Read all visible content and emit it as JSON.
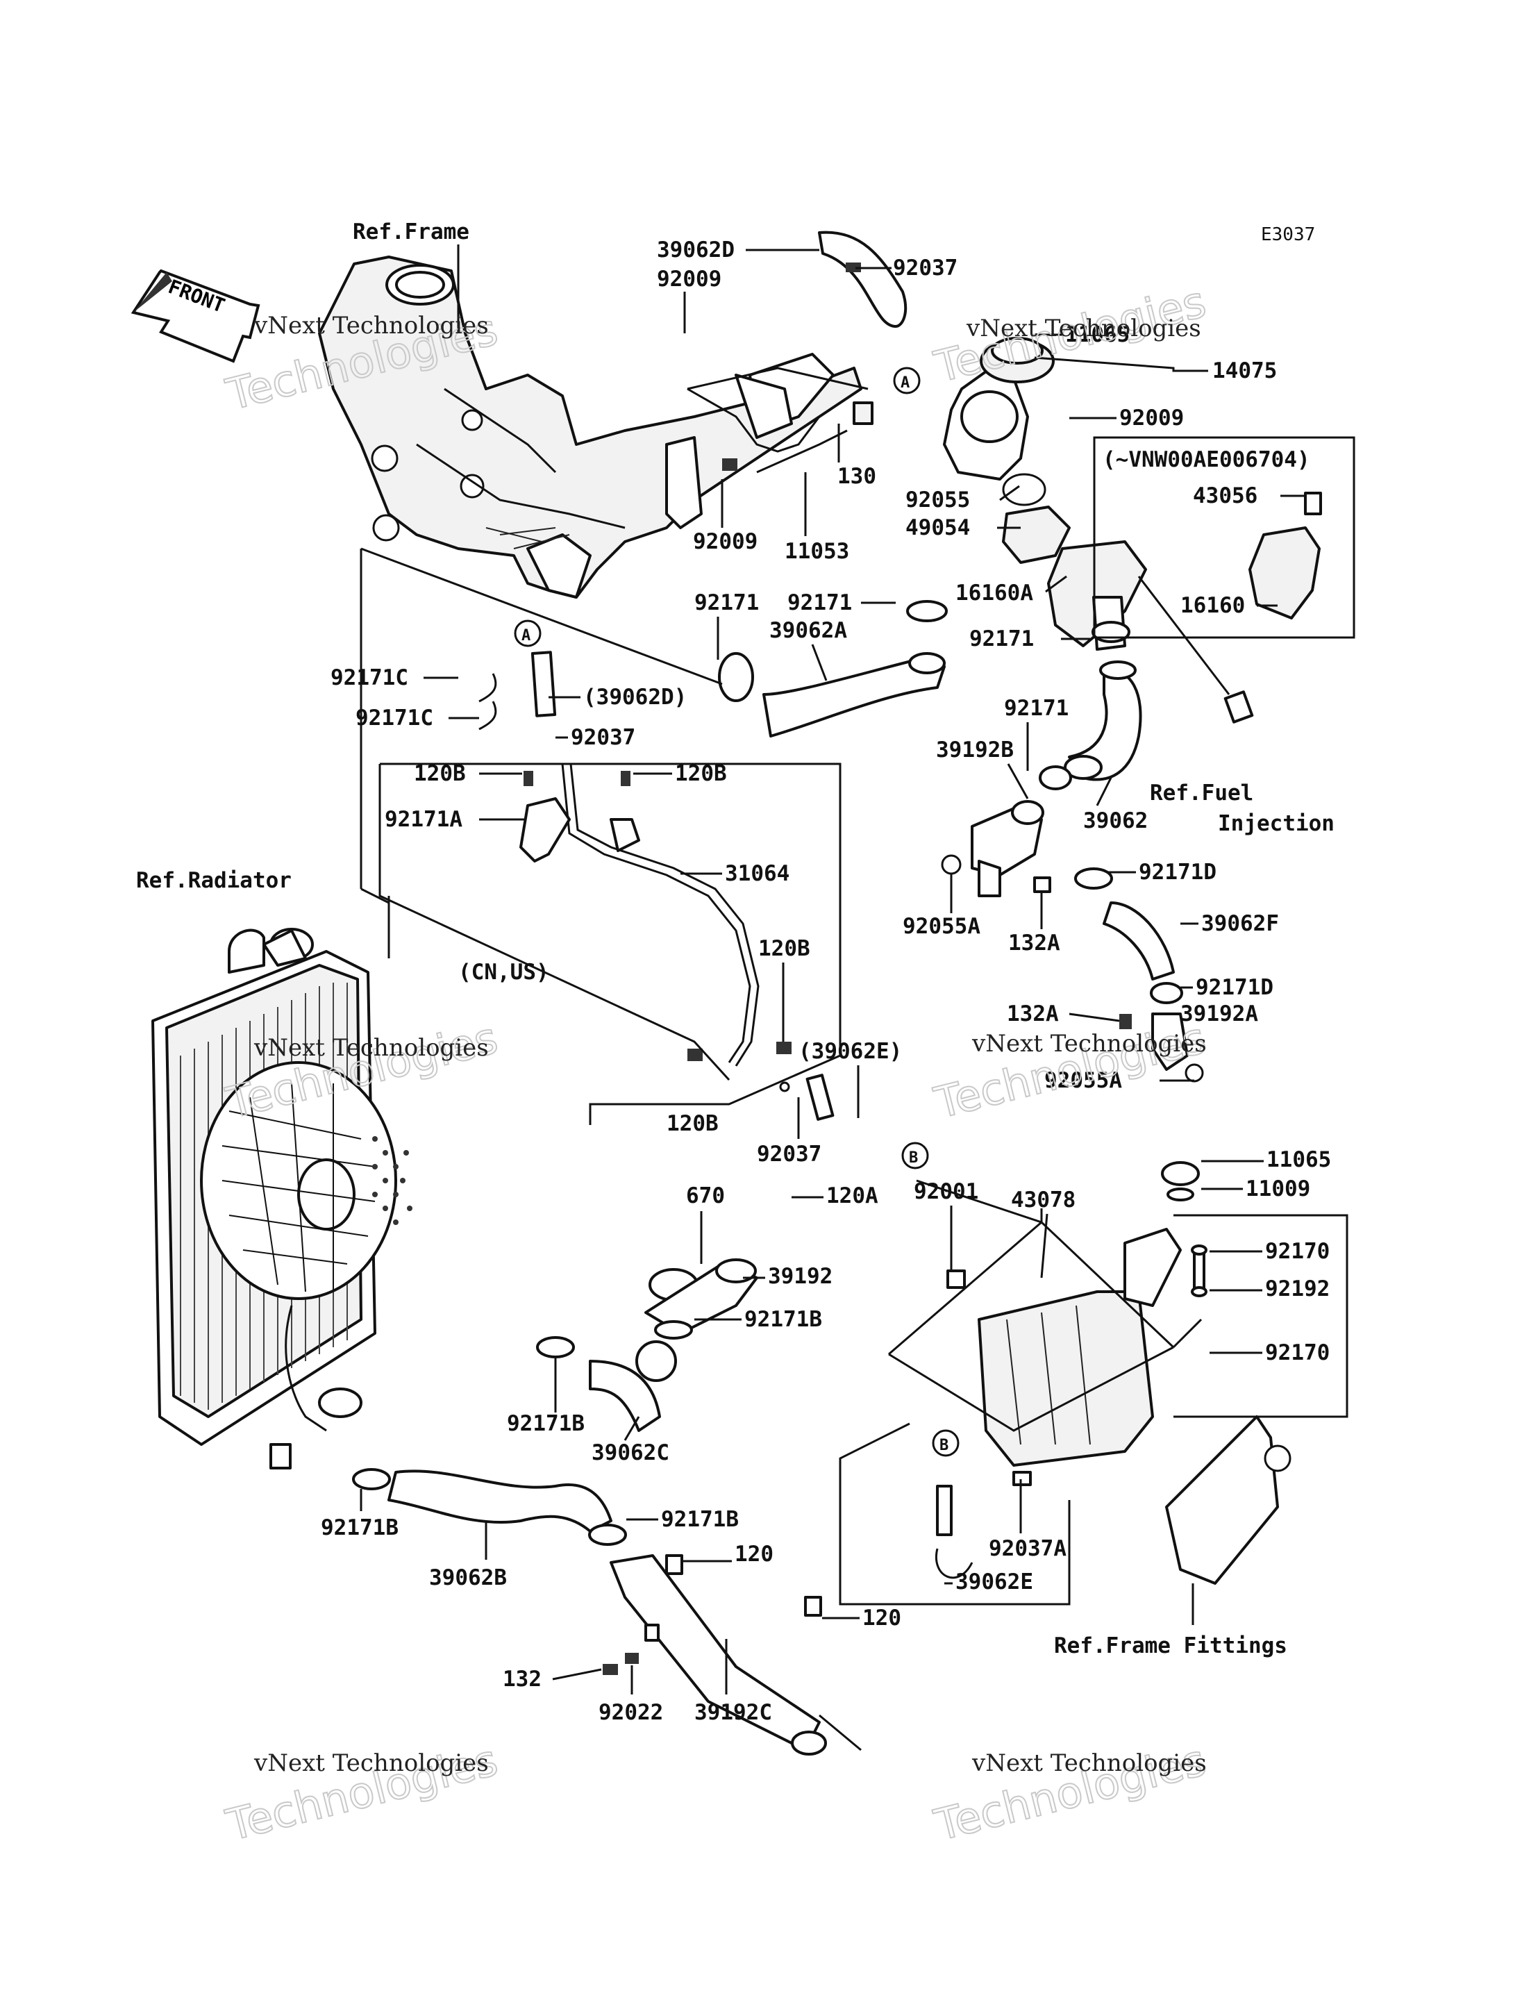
{
  "diagram": {
    "code": "E3037",
    "front_label": "FRONT",
    "watermark": {
      "line1": "vNext Technologies",
      "line2": "Technologies"
    },
    "refs": {
      "frame": "Ref.Frame",
      "radiator": "Ref.Radiator",
      "fuel_1": "Ref.Fuel",
      "fuel_2": "Injection",
      "frame_fittings": "Ref.Frame Fittings"
    },
    "callouts": {
      "a": "A",
      "b": "B"
    },
    "variant_note": "(~VNW00AE006704)",
    "region_note": "(CN,US)",
    "parts": {
      "p39062D": "39062D",
      "p92037_top": "92037",
      "p92009_top": "92009",
      "p11065_top": "11065",
      "p14075": "14075",
      "p92009_right": "92009",
      "p43056": "43056",
      "p16160": "16160",
      "p92055": "92055",
      "p49054": "49054",
      "p130": "130",
      "p92009_low": "92009",
      "p11053": "11053",
      "p16160A": "16160A",
      "p92171_a": "92171",
      "p92171_b": "92171",
      "p39062A": "39062A",
      "p92171_c": "92171",
      "p92171C_a": "92171C",
      "p39062D_paren": "(39062D)",
      "p92171C_b": "92171C",
      "p92037_mid": "92037",
      "p120B_a": "120B",
      "p120B_b": "120B",
      "p92171A": "92171A",
      "p31064": "31064",
      "p92171_d": "92171",
      "p39192B": "39192B",
      "p39062": "39062",
      "p92171D_a": "92171D",
      "p92055A_a": "92055A",
      "p132A_a": "132A",
      "p39062F": "39062F",
      "p120B_c": "120B",
      "p92171D_b": "92171D",
      "p132A_b": "132A",
      "p39192A": "39192A",
      "p92055A_b": "92055A",
      "p39062E_paren": "(39062E)",
      "p120B_d": "120B",
      "p92037_low": "92037",
      "p11065_r": "11065",
      "p11009": "11009",
      "p670": "670",
      "p120A": "120A",
      "p92001": "92001",
      "p43078": "43078",
      "p92170_a": "92170",
      "p39192": "39192",
      "p92192": "92192",
      "p92171B_a": "92171B",
      "p92170_b": "92170",
      "p92171B_b": "92171B",
      "p39062C": "39062C",
      "p92171B_c": "92171B",
      "p92171B_d": "92171B",
      "p92037A": "92037A",
      "p120_a": "120",
      "p39062B": "39062B",
      "p39062E": "39062E",
      "p120_b": "120",
      "p132": "132",
      "p92022": "92022",
      "p39192C": "39192C"
    }
  }
}
